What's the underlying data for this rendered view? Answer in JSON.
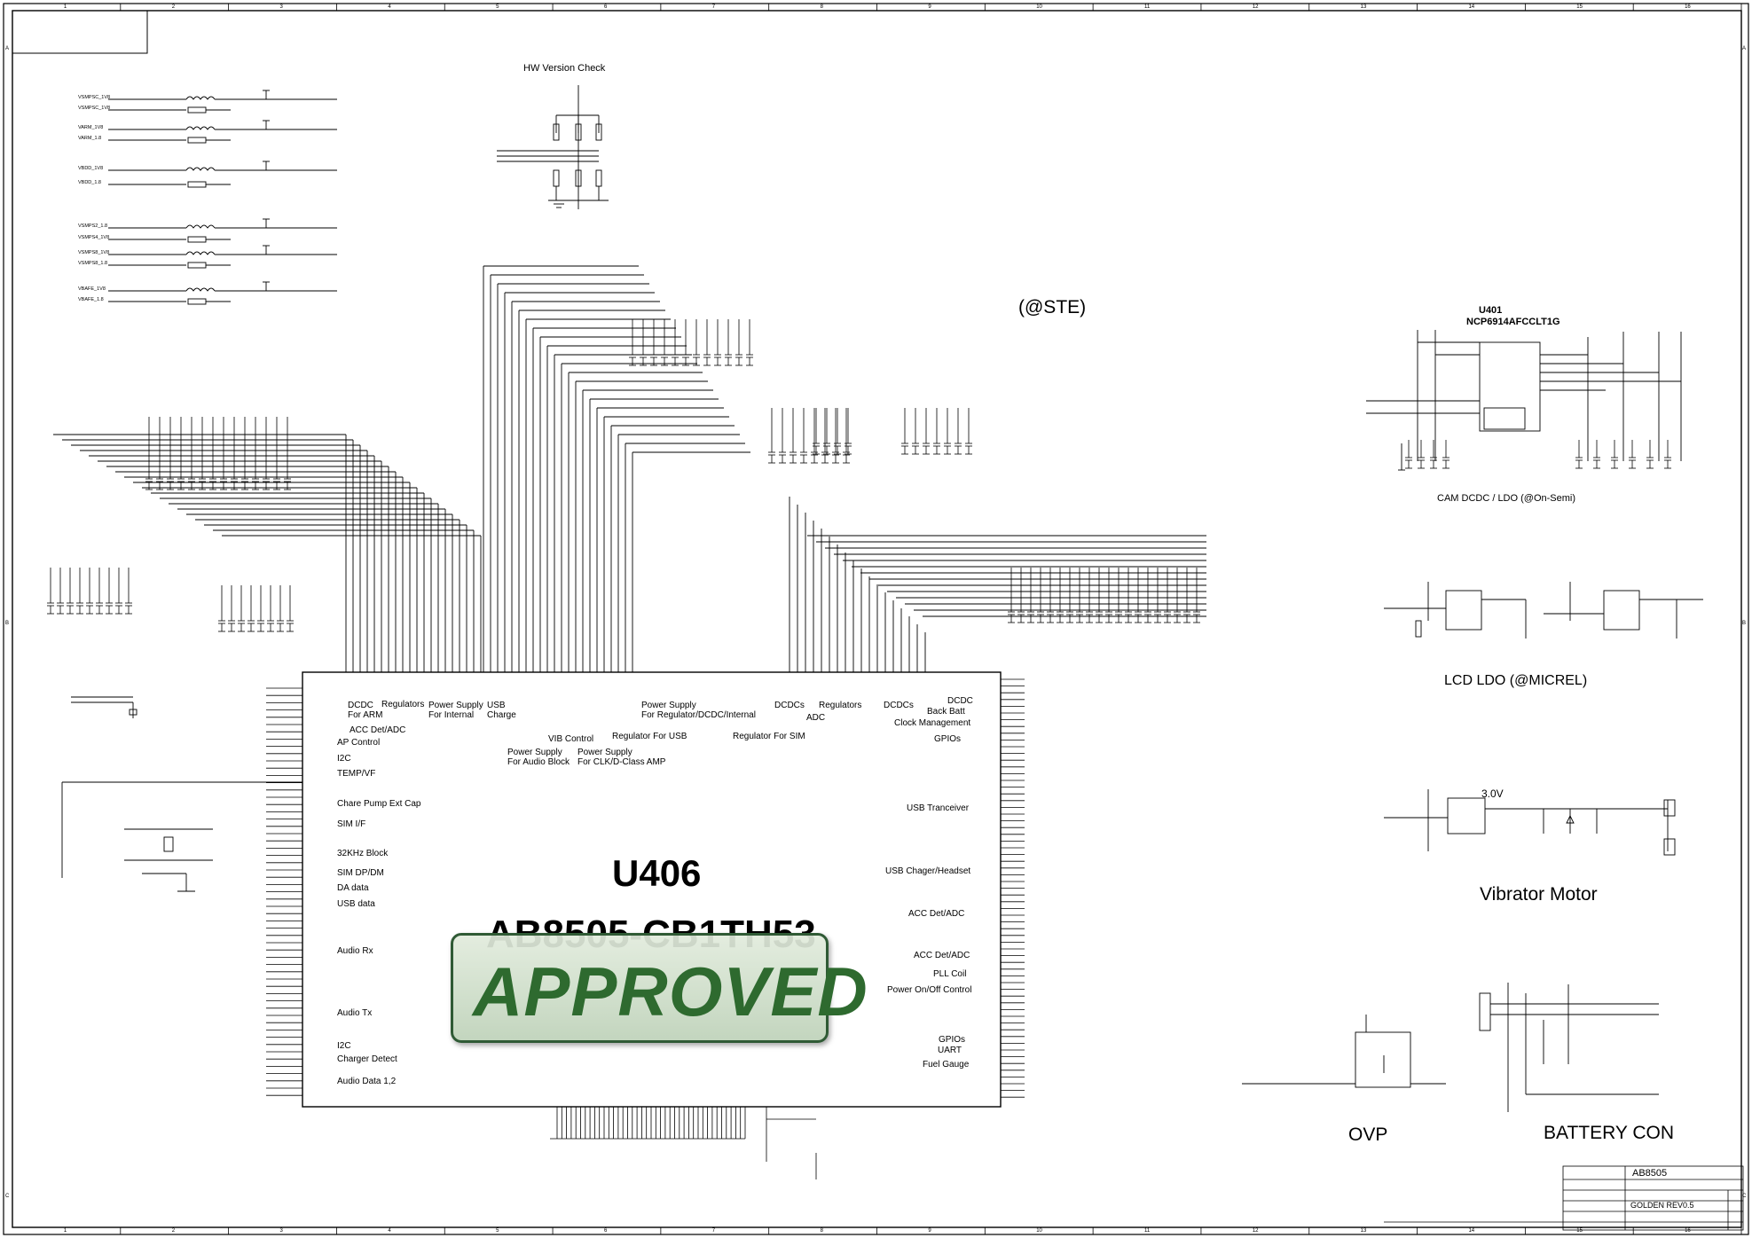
{
  "sheet": {
    "part_name": "U406",
    "part_number": "AB8505-CB1TH53",
    "stamp": "APPROVED",
    "hw_version_title": "HW Version Check",
    "ste_note": "(@STE)"
  },
  "power_inputs": [
    "VSMPSC_1V8",
    "VSMPSC_1V8",
    "VARM_1V8",
    "VARM_1.8",
    "VBDD_1V8",
    "VBDD_1.8",
    "VSMPS2_1.8",
    "VSMPS4_1V8",
    "VSMPS8_1V8",
    "VSMPS8_1.8",
    "VBAFE_1V8",
    "VBAFE_1.8"
  ],
  "left_groups": {
    "dcdc_arm": "DCDC\nFor ARM",
    "regulators": "Regulators",
    "acc_det_adc": "ACC Det/ADC",
    "power_supply_internal": "Power Supply\nFor Internal",
    "usb_charge": "USB\nCharge",
    "vib_control": "VIB Control",
    "ps_audio": "Power Supply\nFor Audio Block",
    "ps_clk": "Power Supply\nFor CLK/D-Class AMP",
    "reg_usb": "Regulator For USB",
    "ps_reg_dcdc": "Power Supply\nFor Regulator/DCDC/Internal",
    "reg_sim": "Regulator For SIM",
    "dcdcs_1": "DCDCs",
    "regulators_2": "Regulators",
    "adc": "ADC",
    "dcdcs_2": "DCDCs"
  },
  "left_pins": [
    "AP Control",
    "I2C",
    "TEMP/VF",
    "Chare Pump Ext Cap",
    "SIM I/F",
    "32KHz Block",
    "SIM DP/DM",
    "DA data",
    "USB data",
    "Audio Rx",
    "Audio Tx",
    "I2C",
    "Charger Detect",
    "Audio Data 1,2"
  ],
  "right_pins": [
    "DCDC",
    "Back Batt",
    "Clock Management",
    "GPIOs",
    "USB Tranceiver",
    "USB Chager/Headset",
    "ACC Det/ADC",
    "ACC Det/ADC",
    "PLL Coil",
    "Power On/Off Control",
    "GPIOs",
    "UART",
    "Fuel Gauge"
  ],
  "right_section": {
    "u401_ref": "U401",
    "u401_part": "NCP6914AFCCLT1G",
    "cam_title": "CAM DCDC / LDO (@On-Semi)",
    "lcd_title": "LCD LDO (@MICREL)",
    "vib_voltage": "3.0V",
    "vib_title": "Vibrator Motor",
    "ovp_title": "OVP",
    "battery_title": "BATTERY CON"
  },
  "title_block": {
    "model": "AB8505",
    "revision": "GOLDEN REV0.5"
  },
  "border_numbers": [
    "1",
    "2",
    "3",
    "4",
    "5",
    "6",
    "7",
    "8",
    "9",
    "10",
    "11",
    "12",
    "13",
    "14",
    "15",
    "16"
  ],
  "border_letters": [
    "A",
    "B",
    "C"
  ]
}
